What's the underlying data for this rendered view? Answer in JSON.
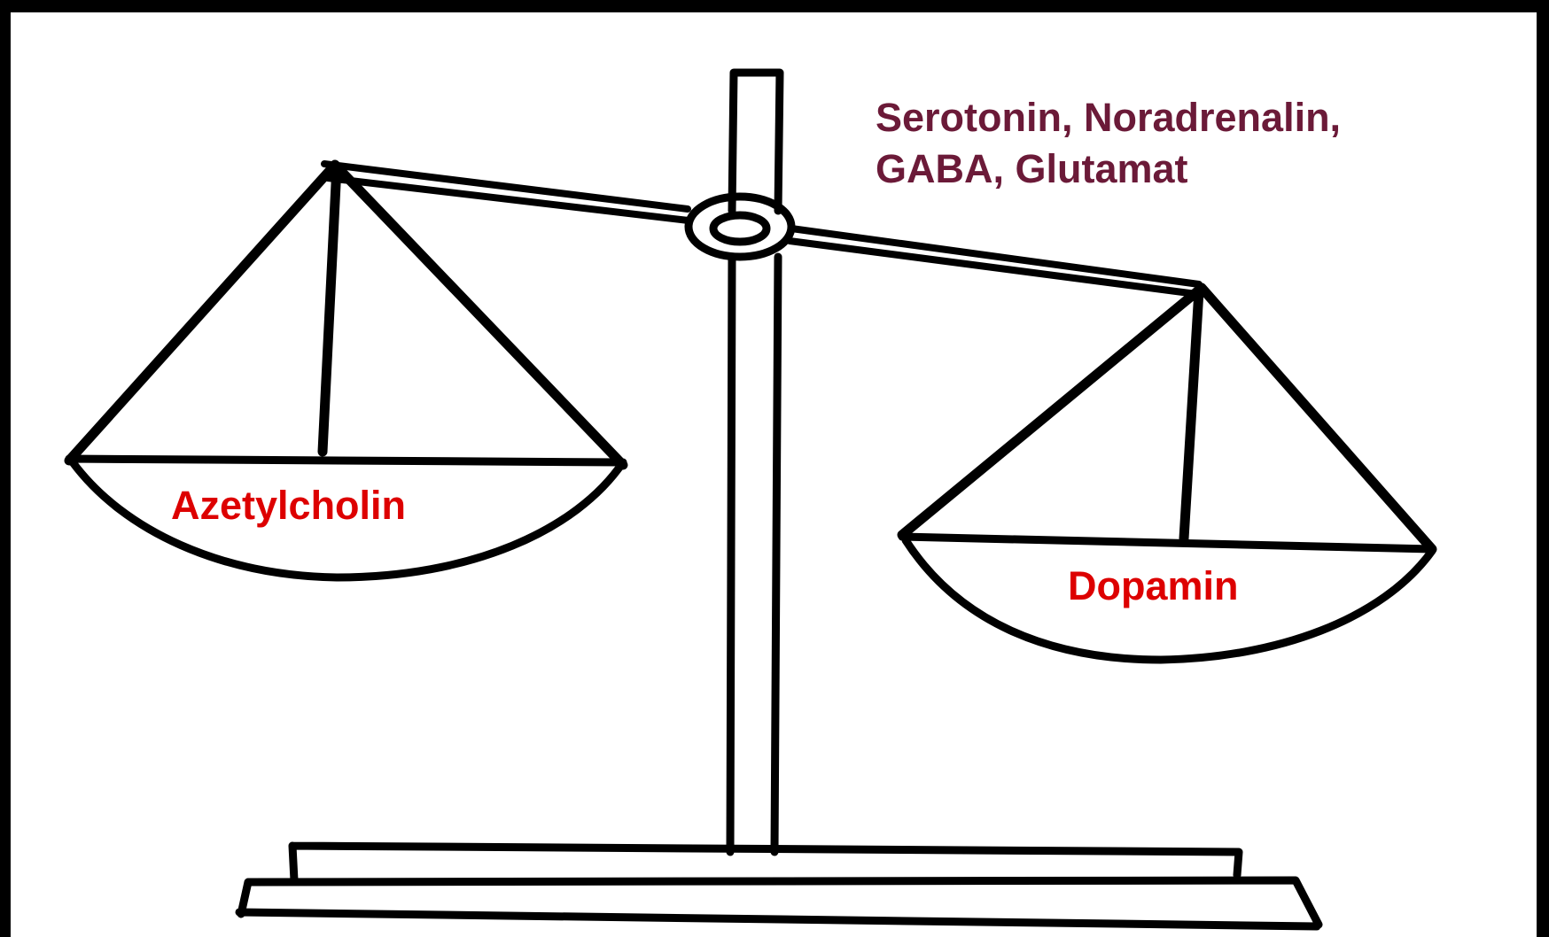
{
  "labels": {
    "top_line1": "Serotonin, Noradrenalin,",
    "top_line2": "GABA, Glutamat",
    "left_pan": "Azetylcholin",
    "right_pan": "Dopamin"
  },
  "icons": {
    "figure": "balance-scale-icon"
  },
  "colors": {
    "frame": "#000000",
    "background": "#ffffff",
    "ink": "#000000",
    "top_label": "#6b1a38",
    "pan_labels": "#dd0000"
  }
}
